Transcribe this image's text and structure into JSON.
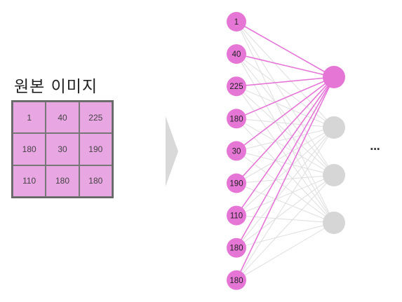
{
  "title": "원본 이미지",
  "image_grid": [
    [
      "1",
      "40",
      "225"
    ],
    [
      "180",
      "30",
      "190"
    ],
    [
      "110",
      "180",
      "180"
    ]
  ],
  "input_nodes": [
    "1",
    "40",
    "225",
    "180",
    "30",
    "190",
    "110",
    "180",
    "180"
  ],
  "hidden_nodes": [
    {
      "state": "active"
    },
    {
      "state": "inactive"
    },
    {
      "state": "inactive"
    },
    {
      "state": "inactive"
    }
  ],
  "ellipsis": "...",
  "colors": {
    "node": "#e576d6",
    "node_text": "#222222",
    "grid_fill": "#e8a6e3",
    "active_edge": "#e676d8",
    "inactive_edge": "#dedede",
    "inactive_node": "#d6d6d6",
    "arrow": "#d9d9d9"
  }
}
